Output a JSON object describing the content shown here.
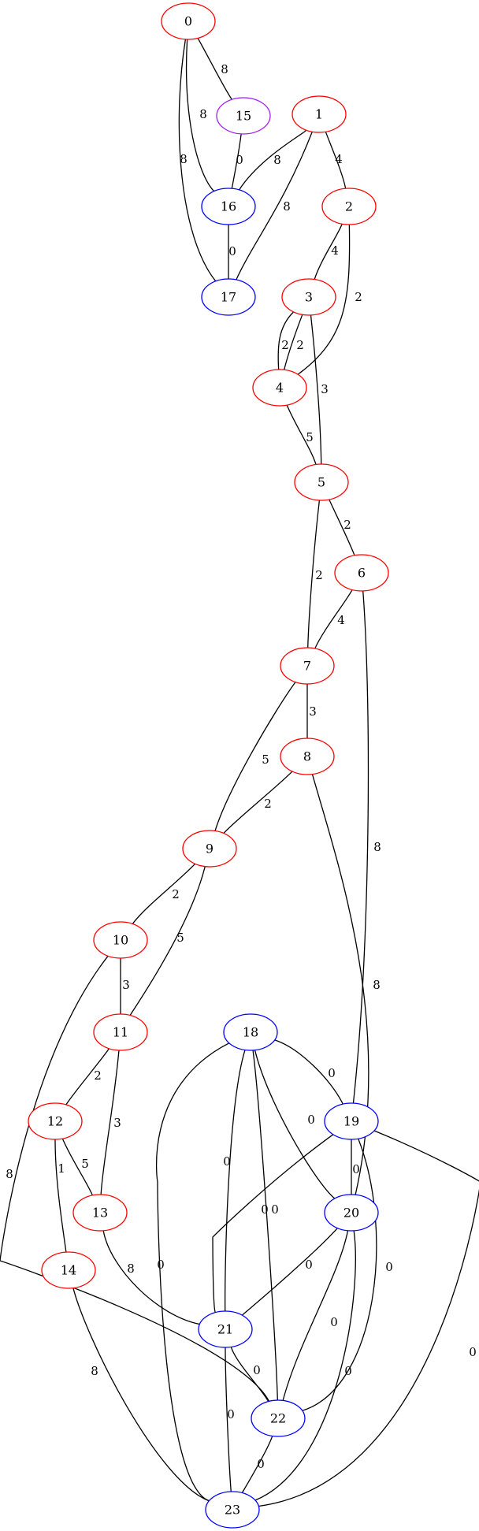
{
  "colors": {
    "red": "#ff0000",
    "blue": "#0000ff",
    "purple": "#a020f0",
    "edge": "#000000"
  },
  "nodes": [
    {
      "id": "0",
      "label": "0",
      "color": "red"
    },
    {
      "id": "1",
      "label": "1",
      "color": "red"
    },
    {
      "id": "2",
      "label": "2",
      "color": "red"
    },
    {
      "id": "3",
      "label": "3",
      "color": "red"
    },
    {
      "id": "4",
      "label": "4",
      "color": "red"
    },
    {
      "id": "5",
      "label": "5",
      "color": "red"
    },
    {
      "id": "6",
      "label": "6",
      "color": "red"
    },
    {
      "id": "7",
      "label": "7",
      "color": "red"
    },
    {
      "id": "8",
      "label": "8",
      "color": "red"
    },
    {
      "id": "9",
      "label": "9",
      "color": "red"
    },
    {
      "id": "10",
      "label": "10",
      "color": "red"
    },
    {
      "id": "11",
      "label": "11",
      "color": "red"
    },
    {
      "id": "12",
      "label": "12",
      "color": "red"
    },
    {
      "id": "13",
      "label": "13",
      "color": "red"
    },
    {
      "id": "14",
      "label": "14",
      "color": "red"
    },
    {
      "id": "15",
      "label": "15",
      "color": "purple"
    },
    {
      "id": "16",
      "label": "16",
      "color": "blue"
    },
    {
      "id": "17",
      "label": "17",
      "color": "blue"
    },
    {
      "id": "18",
      "label": "18",
      "color": "blue"
    },
    {
      "id": "19",
      "label": "19",
      "color": "blue"
    },
    {
      "id": "20",
      "label": "20",
      "color": "blue"
    },
    {
      "id": "21",
      "label": "21",
      "color": "blue"
    },
    {
      "id": "22",
      "label": "22",
      "color": "blue"
    },
    {
      "id": "23",
      "label": "23",
      "color": "blue"
    }
  ],
  "edges": [
    {
      "from": "0",
      "to": "15",
      "label": "8"
    },
    {
      "from": "0",
      "to": "16",
      "label": "8"
    },
    {
      "from": "0",
      "to": "17",
      "label": "8"
    },
    {
      "from": "15",
      "to": "16",
      "label": "0"
    },
    {
      "from": "1",
      "to": "16",
      "label": "8"
    },
    {
      "from": "1",
      "to": "17",
      "label": "8"
    },
    {
      "from": "1",
      "to": "2",
      "label": "4"
    },
    {
      "from": "16",
      "to": "17",
      "label": "0"
    },
    {
      "from": "2",
      "to": "3",
      "label": "4"
    },
    {
      "from": "2",
      "to": "4",
      "label": "2"
    },
    {
      "from": "3",
      "to": "4",
      "label": "2"
    },
    {
      "from": "3",
      "to": "4",
      "label": "2"
    },
    {
      "from": "3",
      "to": "5",
      "label": "3"
    },
    {
      "from": "4",
      "to": "5",
      "label": "5"
    },
    {
      "from": "5",
      "to": "6",
      "label": "2"
    },
    {
      "from": "5",
      "to": "7",
      "label": "2"
    },
    {
      "from": "6",
      "to": "7",
      "label": "4"
    },
    {
      "from": "6",
      "to": "19",
      "label": "8"
    },
    {
      "from": "7",
      "to": "8",
      "label": "3"
    },
    {
      "from": "7",
      "to": "9",
      "label": "5"
    },
    {
      "from": "8",
      "to": "9",
      "label": "2"
    },
    {
      "from": "8",
      "to": "20",
      "label": "8"
    },
    {
      "from": "9",
      "to": "10",
      "label": "2"
    },
    {
      "from": "9",
      "to": "11",
      "label": "5"
    },
    {
      "from": "10",
      "to": "11",
      "label": "3"
    },
    {
      "from": "10",
      "to": "22",
      "label": "8"
    },
    {
      "from": "11",
      "to": "12",
      "label": "2"
    },
    {
      "from": "11",
      "to": "13",
      "label": "3"
    },
    {
      "from": "12",
      "to": "13",
      "label": "5"
    },
    {
      "from": "12",
      "to": "14",
      "label": "1"
    },
    {
      "from": "13",
      "to": "21",
      "label": "8"
    },
    {
      "from": "14",
      "to": "23",
      "label": "8"
    },
    {
      "from": "18",
      "to": "19",
      "label": "0"
    },
    {
      "from": "18",
      "to": "20",
      "label": "0"
    },
    {
      "from": "18",
      "to": "21",
      "label": "0"
    },
    {
      "from": "18",
      "to": "22",
      "label": "0"
    },
    {
      "from": "18",
      "to": "23",
      "label": "0"
    },
    {
      "from": "19",
      "to": "20",
      "label": "0"
    },
    {
      "from": "19",
      "to": "21",
      "label": "0"
    },
    {
      "from": "19",
      "to": "22",
      "label": "0"
    },
    {
      "from": "19",
      "to": "23",
      "label": "0"
    },
    {
      "from": "20",
      "to": "21",
      "label": "0"
    },
    {
      "from": "20",
      "to": "22",
      "label": "0"
    },
    {
      "from": "20",
      "to": "23",
      "label": "0"
    },
    {
      "from": "21",
      "to": "22",
      "label": "0"
    },
    {
      "from": "21",
      "to": "23",
      "label": "0"
    },
    {
      "from": "22",
      "to": "23",
      "label": "0"
    }
  ]
}
